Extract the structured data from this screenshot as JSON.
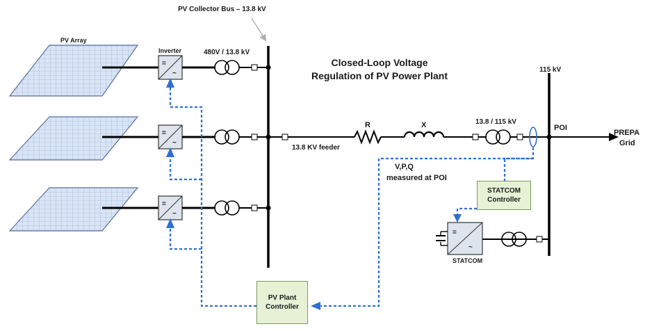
{
  "diagram": {
    "collector_bus_label": "PV Collector Bus – 13.8 kV",
    "pv_array_label": "PV Array",
    "inverter_label": "Inverter",
    "inverter_xfmr_label": "480V / 13.8 kV",
    "title_line1": "Closed-Loop Voltage",
    "title_line2": "Regulation of PV Power Plant",
    "bus_115_label": "115 kV",
    "feeder_label": "13.8 KV feeder",
    "r_label": "R",
    "x_label": "X",
    "main_xfmr_label": "13.8 / 115 kV",
    "poi_label": "POI",
    "grid_label_line1": "PREPA",
    "grid_label_line2": "Grid",
    "measure_line1": "V,P,Q",
    "measure_line2": "measured at POI",
    "statcom_ctrl_line1": "STATCOM",
    "statcom_ctrl_line2": "Controller",
    "statcom_label": "STATCOM",
    "plant_ctrl_line1": "PV Plant",
    "plant_ctrl_line2": "Controller",
    "inverter_dc_symbol": "=",
    "inverter_ac_symbol": "~",
    "colors": {
      "panel_fill": "#d9e4f5",
      "panel_grid": "#8ea9d8",
      "panel_border": "#596f99",
      "control_line": "#2e6fd1",
      "controller_fill": "#e7f1d6",
      "inverter_fill": "#dde4ee",
      "line": "#000000"
    }
  }
}
